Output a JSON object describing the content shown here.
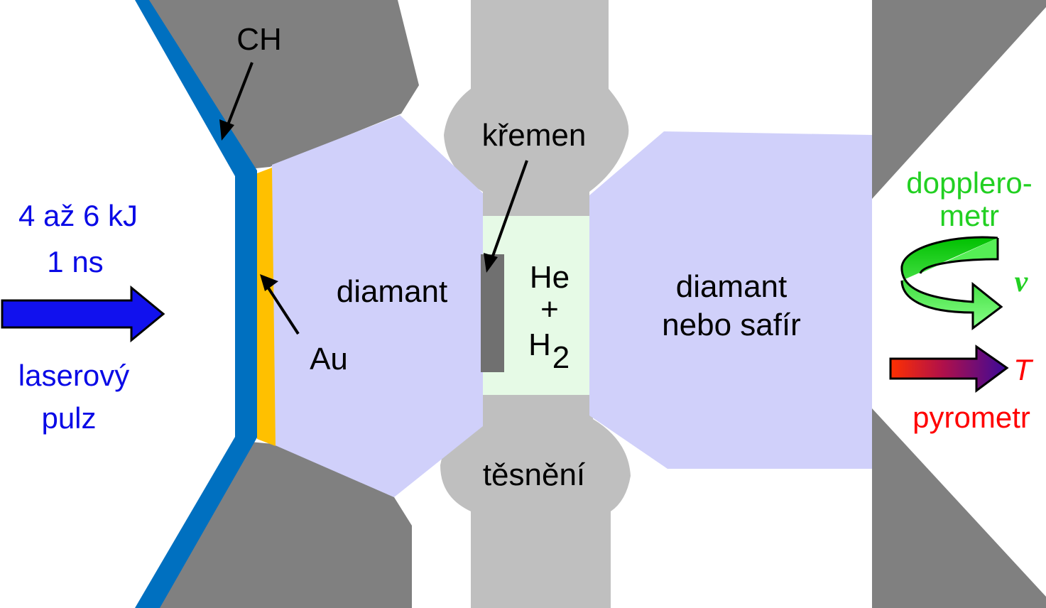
{
  "labels": {
    "ch": "CH",
    "au": "Au",
    "diamant_left": "diamant",
    "kremen": "křemen",
    "gas_he": "He",
    "gas_plus": "+",
    "gas_h": "H",
    "gas_sub": "2",
    "diamant_right_1": "diamant",
    "diamant_right_2": "nebo safír",
    "tesneni": "těsnění",
    "laser_energy": "4 až 6 kJ",
    "laser_time": "1 ns",
    "laser_name_1": "laserový",
    "laser_name_2": "pulz",
    "doppler_1": "dopplero-",
    "doppler_2": "metr",
    "velocity_symbol": "v",
    "temperature_symbol": "T",
    "pyrometer": "pyrometr"
  },
  "icons": {
    "laser_arrow": "right-arrow-icon",
    "doppler_arrow": "curved-arrow-icon",
    "pyrometer_arrow": "gradient-right-arrow-icon"
  },
  "colors": {
    "anvil_dark": "#808080",
    "gasket": "#bfbfbf",
    "diamond": "#d0d0fa",
    "gas_chamber": "#e6fae6",
    "quartz": "#707070",
    "ch_layer": "#0070c0",
    "au_layer": "#ffc000",
    "laser_blue": "#0a0ae6",
    "doppler_green": "#22d022",
    "pyrometer_red": "#ff0000"
  }
}
